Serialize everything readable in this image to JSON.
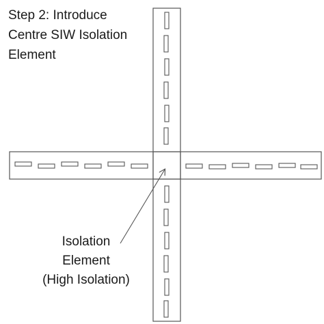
{
  "title": {
    "lines": [
      "Step 2: Introduce",
      "Centre SIW Isolation",
      "Element"
    ]
  },
  "caption": {
    "lines": [
      "Isolation",
      "Element",
      "(High Isolation)"
    ]
  },
  "colors": {
    "stroke": "#555555",
    "text": "#1a1a1a",
    "background": "#ffffff"
  },
  "diagram": {
    "arms": [
      "top",
      "bottom",
      "left",
      "right"
    ],
    "slots_per_arm": 6,
    "center_element": "isolation-element"
  }
}
